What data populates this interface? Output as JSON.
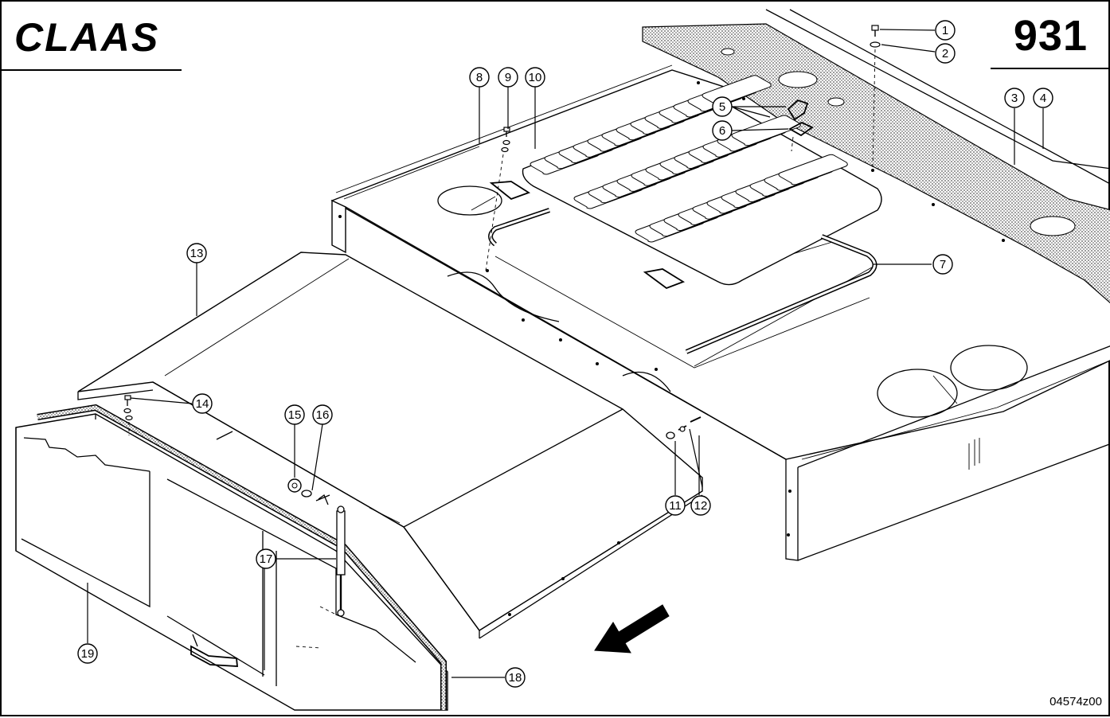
{
  "header": {
    "brand": "CLAAS",
    "page_number": "931"
  },
  "footer": {
    "drawing_code": "04574z00"
  },
  "callouts": [
    "1",
    "2",
    "3",
    "4",
    "5",
    "6",
    "7",
    "8",
    "9",
    "10",
    "11",
    "12",
    "13",
    "14",
    "15",
    "16",
    "17",
    "18",
    "19"
  ],
  "direction_arrow": {
    "icon": "direction-arrow-icon"
  },
  "colors": {
    "line": "#000000",
    "background": "#ffffff",
    "seal_texture": "#8a8a8a"
  }
}
